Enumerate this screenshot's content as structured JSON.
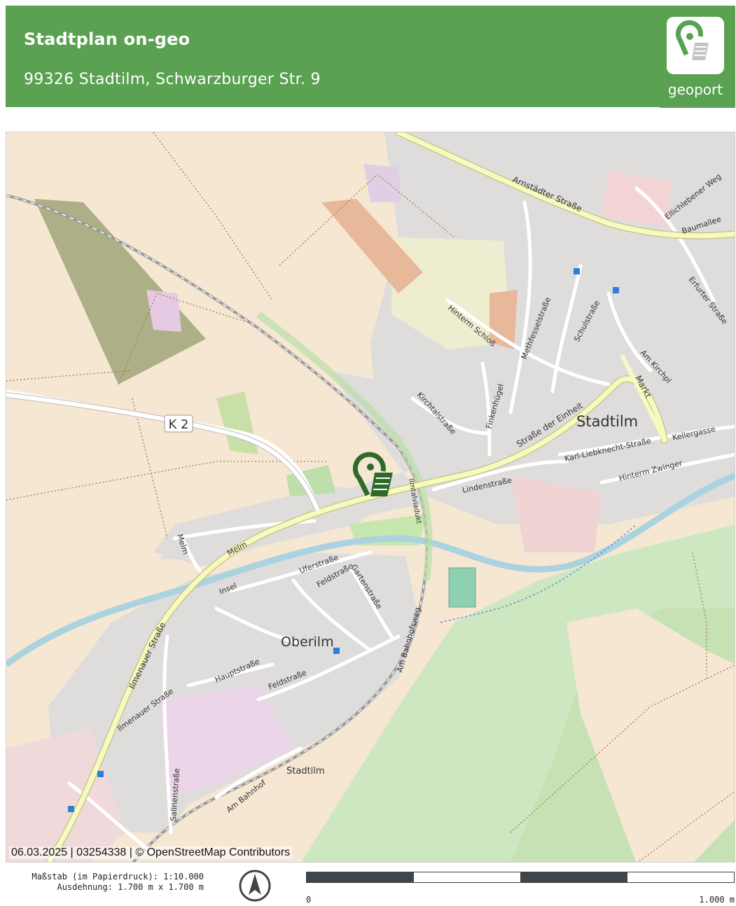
{
  "header": {
    "title": "Stadtplan on-geo",
    "address": "99326 Stadtilm, Schwarzburger Str. 9",
    "logo_text": "geoport"
  },
  "map": {
    "attribution": "06.03.2025 | 03254338 | © OpenStreetMap Contributors",
    "labels": {
      "town": "Stadtilm",
      "district": "Oberilm",
      "station": "Stadtilm",
      "road_k2": "K 2",
      "arnstaedter": "Arnstädter Straße",
      "ellichlebener": "Ellichlebener Weg",
      "baumallee": "Baumallee",
      "erfurter": "Erfurter Straße",
      "hinterm_schloss": "Hinterm Schloß",
      "methfessel": "Methfesselstraße",
      "schulstrasse": "Schulstraße",
      "am_kirch": "Am Kirchpl",
      "markt": "Markt",
      "finkenhuegel": "Finkenhügel",
      "kirchtal": "Kirchtalstraße",
      "einheit": "Straße der Einheit",
      "liebknecht": "Karl-Liebknecht-Straße",
      "kellergasse": "Kellergasse",
      "zwinger": "Hinterm Zwinger",
      "lindenstrasse": "Lindenstraße",
      "ilmtalviadukt": "Ilmtalviadukt",
      "melm1": "Melm",
      "melm2": "Melm",
      "uferstrasse": "Uferstraße",
      "feldstrasse1": "Feldstraße",
      "gartenstrasse": "Gartenstraße",
      "insel": "Insel",
      "am_bahnhofsweg": "Am Bahnhofsweg",
      "ilmenauer1": "Ilmenauer Straße",
      "ilmenauer2": "Ilmenauer Straße",
      "hauptstrasse": "Hauptstraße",
      "feldstrasse2": "Feldstraße",
      "salinenstrasse": "Salinenstraße",
      "am_bahnhof": "Am Bahnhof"
    },
    "colors": {
      "farmland": "#f6e7d3",
      "residential": "#dedddc",
      "forest_meadow": "#cde8c0",
      "water": "#aad3df",
      "primary_road": "#f7fabf",
      "brand_green": "#5aa151",
      "marker": "#2e6b2a"
    }
  },
  "footer": {
    "scale_text": "Maßstab (im Papierdruck): 1:10.000",
    "extent_text": "Ausdehnung: 1.700 m x 1.700 m",
    "scale_start": "0",
    "scale_end": "1.000 m"
  }
}
